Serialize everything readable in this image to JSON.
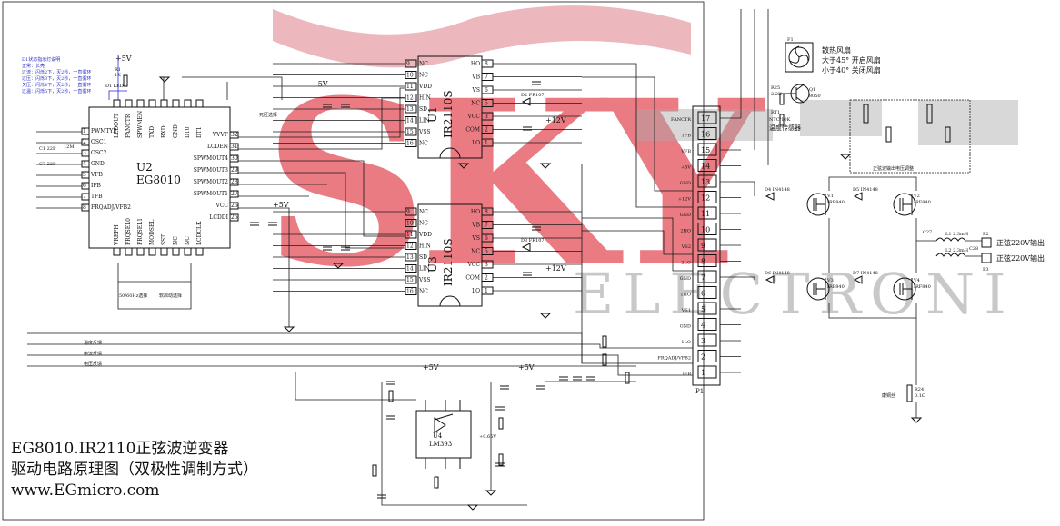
{
  "colors": {
    "accent": "#e0303c",
    "wire": "#1a1a1a",
    "note": "#2d2dc8"
  },
  "footer": {
    "line1": "EG8010.IR2110正弦波逆变器",
    "line2": "驱动电路原理图（双极性调制方式）",
    "line3": "www.EGmicro.com"
  },
  "watermark": {
    "brand": "SKY",
    "sub": "ELECTRONI"
  },
  "d1": {
    "title": "D1状态指示灯说明",
    "l1": "正常：长亮",
    "l2": "过流：闪烁2下，灭2秒，一直循环",
    "l3": "过压：闪烁3下，灭2秒，一直循环",
    "l4": "欠压：闪烁4下，灭2秒，一直循环",
    "l5": "过温：闪烁5下，灭2秒，一直循环"
  },
  "u2": {
    "ref": "U2",
    "part": "EG8010",
    "left": [
      "PWMTYP",
      "OSC1",
      "OSC2",
      "GND",
      "VFB",
      "IFB",
      "TFB",
      "FRQADJ/VFB2"
    ],
    "left_nums": [
      "1",
      "2",
      "3",
      "4",
      "5",
      "6",
      "7",
      "8"
    ],
    "right": [
      "VVVF",
      "LCDEN",
      "SPWMOUT4",
      "SPWMOUT3",
      "SPWMOUT2",
      "SPWMOUT1",
      "VCC",
      "LCDDI"
    ],
    "right_nums": [
      "32",
      "31",
      "30",
      "29",
      "28",
      "27",
      "26",
      "25"
    ],
    "top": [
      "LEDOUT",
      "FANCTR",
      "SPWMEN",
      "TXD",
      "RXD",
      "GND",
      "DT0",
      "DT1"
    ],
    "bottom": [
      "VREFH",
      "FRQSEL0",
      "FRQSEL1",
      "MODSEL",
      "SST",
      "NC",
      "NC",
      "LCDCLK"
    ]
  },
  "u1": {
    "ref": "U1",
    "part": "IR2110S",
    "left": [
      "NC",
      "NC",
      "VDD",
      "HIN",
      "SD",
      "LIN",
      "VSS",
      "NC"
    ],
    "left_nums": [
      "9",
      "10",
      "11",
      "12",
      "13",
      "14",
      "15",
      "16"
    ],
    "right": [
      "HO",
      "VB",
      "VS",
      "NC",
      "VCC",
      "COM",
      "LO"
    ],
    "right_nums": [
      "8",
      "7",
      "6",
      "5",
      "3",
      "2",
      "1"
    ]
  },
  "u3": {
    "ref": "U3",
    "part": "IR2110S",
    "left": [
      "NC",
      "NC",
      "VDD",
      "HIN",
      "SD",
      "LIN",
      "VSS",
      "NC"
    ],
    "left_nums": [
      "9",
      "10",
      "11",
      "12",
      "13",
      "14",
      "15",
      "16"
    ],
    "right": [
      "HO",
      "VB",
      "VS",
      "NC",
      "VCC",
      "COM",
      "LO"
    ],
    "right_nums": [
      "8",
      "7",
      "6",
      "5",
      "3",
      "2",
      "1"
    ]
  },
  "u4": {
    "ref": "U4",
    "part": "LM393"
  },
  "p1": {
    "ref": "P1",
    "labels": [
      "FANCTR",
      "TFB",
      "VFB",
      "+5V",
      "GND",
      "+12V",
      "GND",
      "2HO",
      "VS2",
      "2LO",
      "GND",
      "1HO",
      "VS1",
      "GND",
      "1LO",
      "FRQADJ/VFB2",
      "IFB"
    ],
    "nums": [
      "17",
      "16",
      "15",
      "14",
      "13",
      "12",
      "11",
      "10",
      "9",
      "8",
      "7",
      "6",
      "5",
      "4",
      "3",
      "2",
      "1"
    ]
  },
  "fan": {
    "ref": "F1",
    "title": "散热风扇",
    "l1": "大于45° 开启风扇",
    "l2": "小于40° 关闭风扇"
  },
  "rt1": {
    "ref": "RT1",
    "part": "NTC/10K",
    "desc": "温度传感器"
  },
  "voltadj": "正弦波输出电压调整",
  "outputs": {
    "p2": "P2",
    "p3": "P3",
    "o1": "正弦220V输出",
    "o2": "正弦220V输出",
    "l1": "L1 2.3mH",
    "l2": "L2 2.3mH",
    "c": "C27",
    "c28": "C28"
  },
  "feedback": {
    "temp": "温度反馈",
    "curr": "电流反馈",
    "volt": "电压反馈"
  },
  "rails": {
    "p5": "+5V",
    "p12": "+12V"
  },
  "mos": [
    "V1",
    "V2",
    "V3",
    "V4"
  ],
  "mos_part": "IRF840",
  "diodes": [
    "D4 IN4148",
    "D5 IN4148",
    "D6 IN4148",
    "D7 IN4148",
    "D2 FR107",
    "D3 FR107"
  ],
  "shunt": {
    "ref": "R24",
    "val": "0.1Ω",
    "desc": "康铜丝"
  },
  "misc": {
    "deadtime": "死区选择",
    "freq": "50/60Hz选择",
    "softstart": "软启动选择",
    "q1": "Q1",
    "q1part": "8050",
    "r25": "R25",
    "r25v": "2.2K",
    "ledref": "D1 LED",
    "r1": "R1",
    "r1v": "1K",
    "crystal": "12M",
    "c1": "C1 22P",
    "c7": "C7 22P",
    "v065": "+0.65V"
  }
}
